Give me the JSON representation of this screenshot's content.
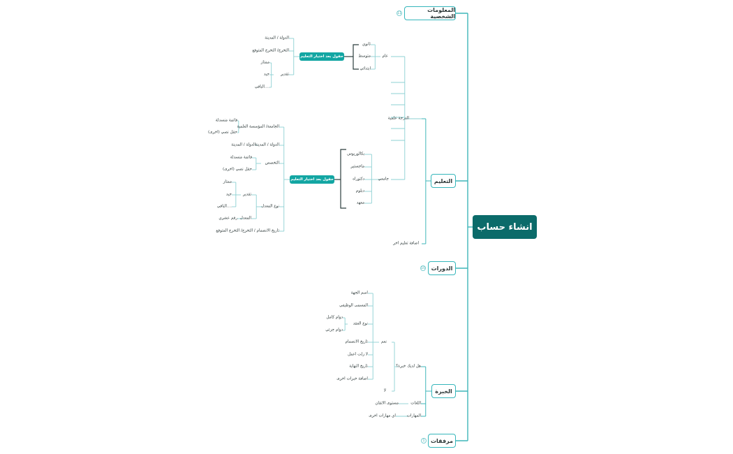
{
  "root": "انشاء حساب",
  "main": {
    "personal": "المعلومات الشخصية",
    "education": "التعليم",
    "courses": "الدورات",
    "experience": "الخبرة",
    "attachments": "مرفقات"
  },
  "badges": {
    "personal": "11",
    "courses": "10",
    "attachments": "1"
  },
  "education": {
    "degree": "الدرجة علمية",
    "add_more": "اضافة تعليم اخر",
    "general": {
      "label": "عام",
      "levels": [
        "ثانوي",
        "متوسط",
        "ابتدائي"
      ],
      "fields_pill": "حقول بعد اختيار التعليم",
      "country_city": "الدولة / المدينة",
      "expected_grad": "التخرج/ التخرج المتوقع",
      "grade": "تقدير",
      "grades": [
        "ممتاز",
        "جيد",
        "....الباقي"
      ]
    },
    "university": {
      "label": "جامعي",
      "levels": [
        "بكالوريوس",
        "ماجستير",
        "دكتوراه",
        "دبلوم",
        "معهد"
      ],
      "fields_pill": "حقول بعد اختيار التعليم",
      "institution": "الجامعة/ المؤسسة العلمية",
      "institution_opts": [
        "قائمة منسدلة",
        "حقل نصي (اخرى)"
      ],
      "country_city": "الدولة / المدينة",
      "country_city_child": "الدولة / المدينة",
      "major": "التخصص",
      "major_opts": [
        "قائمة منسدلة",
        "حقل نصي (اخرى)"
      ],
      "gpa_type": "نوع المعدل",
      "grade": "تقدير",
      "grades": [
        "ممتاز",
        "جيد",
        "....الباقي"
      ],
      "gpa": "المعدل",
      "gpa_value": "رقم عشري",
      "dates": "تاريخ الانضمام / التخرج/ التخرج المتوقع"
    }
  },
  "experience": {
    "has_exp": "هل لديك خبرة؟",
    "yes": "نعم",
    "no": "لا",
    "yes_fields": [
      "اسم الجهة",
      "المسمى الوظيفي",
      "نوع العقد",
      "تاريخ الانضمام",
      "لا زلت اعمل",
      "تاريخ النهاية",
      "اضافة خبرات اخرى"
    ],
    "contract_types": [
      "دوام كامل",
      "دوام جزئي"
    ],
    "languages": "اللغات",
    "proficiency": "مستوى الاتقان",
    "skills": "المهارات",
    "other_skills": "اي مهارات اخرى"
  }
}
